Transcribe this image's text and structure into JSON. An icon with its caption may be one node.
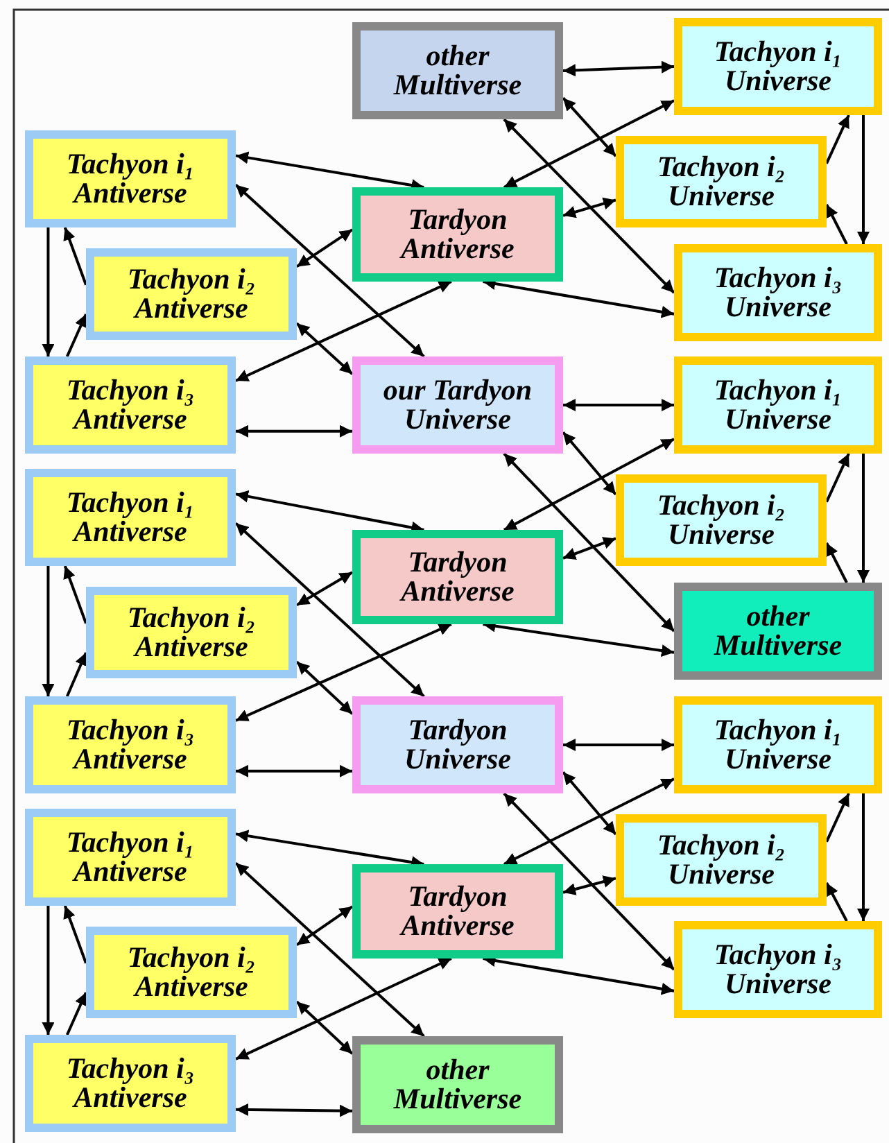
{
  "diagram": {
    "nodes": [
      {
        "text": [
          "other Multiverse"
        ]
      },
      {
        "text": [
          "Tachyon i₁ Universe"
        ]
      },
      {
        "text": [
          "Tachyon i₁ Antiverse"
        ]
      },
      {
        "text": [
          "Tachyon i₂ Universe"
        ]
      },
      {
        "text": [
          "Tardyon Antiverse"
        ]
      },
      {
        "text": [
          "Tachyon i₂ Antiverse"
        ]
      },
      {
        "text": [
          "Tachyon i₃ Universe"
        ]
      },
      {
        "text": [
          "Tachyon i₃ Antiverse"
        ]
      },
      {
        "text": [
          "our Tardyon Universe"
        ]
      },
      {
        "text": [
          "Tachyon i₁ Universe"
        ]
      },
      {
        "text": [
          "Tachyon i₁ Antiverse"
        ]
      },
      {
        "text": [
          "Tachyon i₂ Universe"
        ]
      },
      {
        "text": [
          "Tardyon Antiverse"
        ]
      },
      {
        "text": [
          "Tachyon i₂ Antiverse"
        ]
      },
      {
        "text": [
          "other Multiverse"
        ]
      },
      {
        "text": [
          "Tachyon i₃ Antiverse"
        ]
      },
      {
        "text": [
          "Tardyon Universe"
        ]
      },
      {
        "text": [
          "Tachyon i₁ Universe"
        ]
      },
      {
        "text": [
          "Tachyon i₁ Antiverse"
        ]
      },
      {
        "text": [
          "Tachyon i₂ Universe"
        ]
      },
      {
        "text": [
          "Tardyon Antiverse"
        ]
      },
      {
        "text": [
          "Tachyon i₂ Antiverse"
        ]
      },
      {
        "text": [
          "Tachyon i₃ Universe"
        ]
      },
      {
        "text": [
          "Tachyon i₃ Antiverse"
        ]
      },
      {
        "text": [
          "other Multiverse"
        ]
      }
    ],
    "edges": [
      {
        "from": 0,
        "to": 1,
        "arrow": "both"
      },
      {
        "from": 2,
        "to": 4,
        "arrow": "both"
      },
      {
        "from": 2,
        "to": 8,
        "arrow": "both"
      },
      {
        "from": 2,
        "to": 7,
        "arrow": "to"
      },
      {
        "from": 5,
        "to": 2,
        "arrow": "to"
      },
      {
        "from": 7,
        "to": 5,
        "arrow": "to"
      },
      {
        "from": 5,
        "to": 4,
        "arrow": "both"
      },
      {
        "from": 5,
        "to": 8,
        "arrow": "both"
      },
      {
        "from": 7,
        "to": 4,
        "arrow": "both"
      },
      {
        "from": 7,
        "to": 8,
        "arrow": "both"
      },
      {
        "from": 0,
        "to": 3,
        "arrow": "both"
      },
      {
        "from": 0,
        "to": 6,
        "arrow": "both"
      },
      {
        "from": 4,
        "to": 1,
        "arrow": "both"
      },
      {
        "from": 4,
        "to": 3,
        "arrow": "both"
      },
      {
        "from": 4,
        "to": 6,
        "arrow": "both"
      },
      {
        "from": 1,
        "to": 6,
        "arrow": "to"
      },
      {
        "from": 6,
        "to": 3,
        "arrow": "to"
      },
      {
        "from": 3,
        "to": 1,
        "arrow": "to"
      },
      {
        "from": 8,
        "to": 9,
        "arrow": "both"
      },
      {
        "from": 10,
        "to": 12,
        "arrow": "both"
      },
      {
        "from": 10,
        "to": 16,
        "arrow": "both"
      },
      {
        "from": 10,
        "to": 15,
        "arrow": "to"
      },
      {
        "from": 13,
        "to": 10,
        "arrow": "to"
      },
      {
        "from": 15,
        "to": 13,
        "arrow": "to"
      },
      {
        "from": 13,
        "to": 12,
        "arrow": "both"
      },
      {
        "from": 13,
        "to": 16,
        "arrow": "both"
      },
      {
        "from": 15,
        "to": 12,
        "arrow": "both"
      },
      {
        "from": 15,
        "to": 16,
        "arrow": "both"
      },
      {
        "from": 8,
        "to": 11,
        "arrow": "both"
      },
      {
        "from": 8,
        "to": 14,
        "arrow": "both"
      },
      {
        "from": 12,
        "to": 9,
        "arrow": "both"
      },
      {
        "from": 12,
        "to": 11,
        "arrow": "both"
      },
      {
        "from": 12,
        "to": 14,
        "arrow": "both"
      },
      {
        "from": 9,
        "to": 14,
        "arrow": "to"
      },
      {
        "from": 14,
        "to": 11,
        "arrow": "to"
      },
      {
        "from": 11,
        "to": 9,
        "arrow": "to"
      },
      {
        "from": 16,
        "to": 17,
        "arrow": "both"
      },
      {
        "from": 18,
        "to": 20,
        "arrow": "both"
      },
      {
        "from": 18,
        "to": 24,
        "arrow": "both"
      },
      {
        "from": 18,
        "to": 23,
        "arrow": "to"
      },
      {
        "from": 21,
        "to": 18,
        "arrow": "to"
      },
      {
        "from": 23,
        "to": 21,
        "arrow": "to"
      },
      {
        "from": 21,
        "to": 20,
        "arrow": "both"
      },
      {
        "from": 21,
        "to": 24,
        "arrow": "both"
      },
      {
        "from": 23,
        "to": 20,
        "arrow": "both"
      },
      {
        "from": 23,
        "to": 24,
        "arrow": "both"
      },
      {
        "from": 16,
        "to": 19,
        "arrow": "both"
      },
      {
        "from": 16,
        "to": 22,
        "arrow": "both"
      },
      {
        "from": 20,
        "to": 17,
        "arrow": "both"
      },
      {
        "from": 20,
        "to": 19,
        "arrow": "both"
      },
      {
        "from": 20,
        "to": 22,
        "arrow": "both"
      },
      {
        "from": 17,
        "to": 22,
        "arrow": "to"
      },
      {
        "from": 22,
        "to": 19,
        "arrow": "to"
      },
      {
        "from": 19,
        "to": 17,
        "arrow": "to"
      }
    ]
  }
}
